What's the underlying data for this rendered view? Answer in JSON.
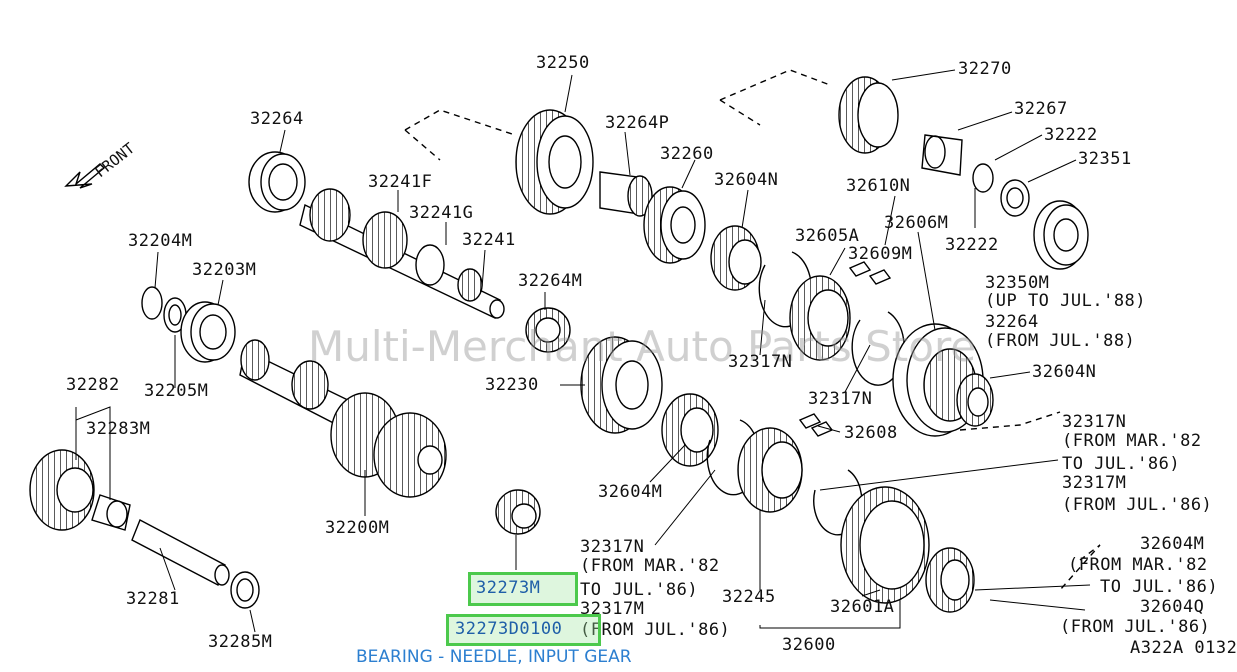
{
  "watermark": "Multi-Merchant Auto Parts Store",
  "front_label": "FRONT",
  "diagram_code": "A322A 0132",
  "highlight": {
    "ref": "32273M",
    "part_number": "32273D0100",
    "description": "BEARING - NEEDLE, INPUT GEAR",
    "color": "#4cc94c"
  },
  "labels": {
    "p32250": "32250",
    "p32270": "32270",
    "p32267": "32267",
    "p32222a": "32222",
    "p32351": "32351",
    "p32264a": "32264",
    "p32264p": "32264P",
    "p32260": "32260",
    "p32604n_a": "32604N",
    "p32610n": "32610N",
    "p32606m": "32606M",
    "p32222b": "32222",
    "p32241f": "32241F",
    "p32241g": "32241G",
    "p32241": "32241",
    "p32204m": "32204M",
    "p32203m": "32203M",
    "p32605a": "32605A",
    "p32609m": "32609M",
    "p32350m": "32350M",
    "up_to_jul88": "(UP TO JUL.'88)",
    "p32264b": "32264",
    "from_jul88": "(FROM JUL.'88)",
    "p32264m": "32264M",
    "p32317n_a": "32317N",
    "p32282": "32282",
    "p32205m": "32205M",
    "p32230": "32230",
    "p32317n_b": "32317N",
    "p32604n_b": "32604N",
    "p32283m": "32283M",
    "p32608": "32608",
    "r32317n_c": "32317N",
    "from_mar82_a": "(FROM MAR.'82",
    "to_jul86_a": "TO JUL.'86)",
    "r32317m_a": "32317M",
    "from_jul86_a": "(FROM JUL.'86)",
    "p32604m_a": "32604M",
    "p32200m": "32200M",
    "p32317n_d": "32317N",
    "from_mar82_b": "(FROM MAR.'82",
    "to_jul86_b": "TO JUL.'86)",
    "p32317m_b": "32317M",
    "from_jul86_b": "(FROM JUL.'86)",
    "r32604m_b": "32604M",
    "from_mar82_c": "(FROM MAR.'82",
    "to_jul86_c": "TO JUL.'86)",
    "r32604q": "32604Q",
    "from_jul86_c": "(FROM JUL.'86)",
    "p32281": "32281",
    "p32245": "32245",
    "p32601a": "32601A",
    "p32285m": "32285M",
    "p32600": "32600"
  }
}
